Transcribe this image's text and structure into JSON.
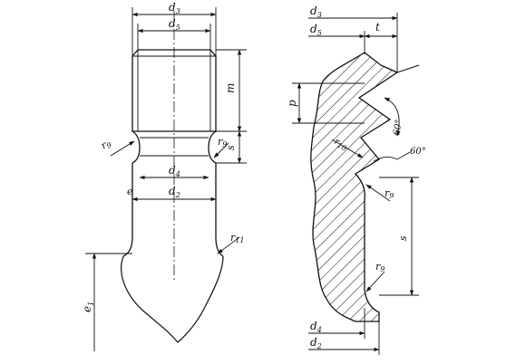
{
  "labels": {
    "d3_left": [
      "d",
      "3"
    ],
    "d5_left": [
      "d",
      "5"
    ],
    "d4_left": [
      "d",
      "4"
    ],
    "d2_left": [
      "d",
      "2"
    ],
    "m": [
      "m",
      ""
    ],
    "s_left": [
      "s",
      ""
    ],
    "e": [
      "e",
      ""
    ],
    "e1": [
      "e",
      "1"
    ],
    "r9_left_a": [
      "r",
      "9"
    ],
    "r9_left_b": [
      "r",
      "9"
    ],
    "r11": [
      "r",
      "11"
    ],
    "d3_right": [
      "d",
      "3"
    ],
    "d5_right": [
      "d",
      "5"
    ],
    "t": [
      "t",
      ""
    ],
    "p": [
      "p",
      ""
    ],
    "angle60_a": [
      "60°",
      ""
    ],
    "angle60_b": [
      "60°",
      ""
    ],
    "r10": [
      "r",
      "10"
    ],
    "r9_right_a": [
      "r",
      "9"
    ],
    "r9_right_b": [
      "r",
      "9"
    ],
    "s_right": [
      "s",
      ""
    ],
    "d4_right": [
      "d",
      "4"
    ],
    "d2_right": [
      "d",
      "2"
    ]
  },
  "colors": {
    "line": "#111111",
    "hatch": "#222222",
    "background": "#ffffff"
  }
}
